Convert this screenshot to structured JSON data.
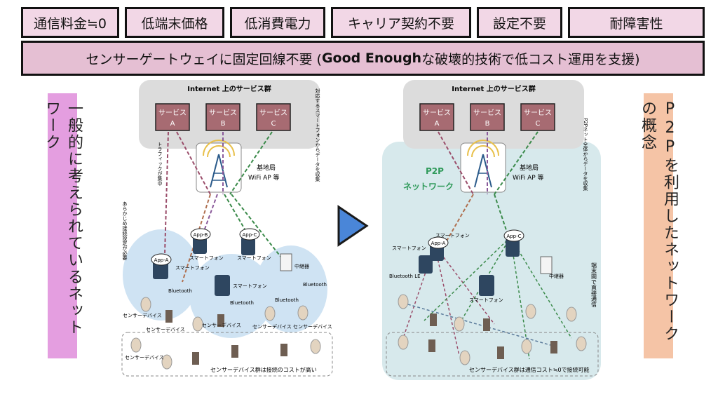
{
  "header": {
    "tags": [
      "通信料金≒0",
      "低端末価格",
      "低消費電力",
      "キャリア契約不要",
      "設定不要",
      "耐障害性"
    ],
    "banner_pre": "センサーゲートウェイに固定回線不要 (",
    "banner_bold": "Good Enough",
    "banner_post": "な破壊的技術で低コスト運用を支援)"
  },
  "left_label": "一般的に考えられているネットワーク",
  "right_label": "P2Pを利用したネットワークの概念",
  "diagram_left": {
    "cloud_title": "Internet 上のサービス群",
    "service_label": "サービス",
    "services": [
      "A",
      "B",
      "C"
    ],
    "base_station": "基地局",
    "wifi": "WiFi AP 等",
    "traffic_note": "トラフィックが集中",
    "collect_note": "対応するスマートフォンからデータを収集",
    "presetting_note": "あらかじめ接続設定が必要",
    "apps": [
      "App-A",
      "App-B",
      "App-C"
    ],
    "smartphone": "スマートフォン",
    "bluetooth": "Bluetooth",
    "relay": "中継器",
    "sensor": "センサーデバイス",
    "footer": "センサーデバイス群は接続のコストが高い"
  },
  "diagram_right": {
    "cloud_title": "Internet 上のサービス群",
    "service_label": "サービス",
    "services": [
      "A",
      "B",
      "C"
    ],
    "base_station": "基地局",
    "wifi": "WiFi AP 等",
    "p2p_title": "P2P",
    "p2p_sub": "ネットワーク",
    "collect_note": "P2Pネット全体からデータを収集",
    "apps": [
      "App-A",
      "App-C"
    ],
    "smartphone": "スマートフォン",
    "bluetooth_le": "Bluetooth LE",
    "relay": "中継器",
    "direct_note": "端末間で直接通信",
    "footer": "センサーデバイス群は通信コスト≒0で接続可能"
  },
  "colors": {
    "tag_bg": "#f2d7e6",
    "banner_bg": "#e5bfd3",
    "left_label_bg": "#e49ee0",
    "right_label_bg": "#f5c4a6",
    "arrow": "#4a86d8"
  }
}
